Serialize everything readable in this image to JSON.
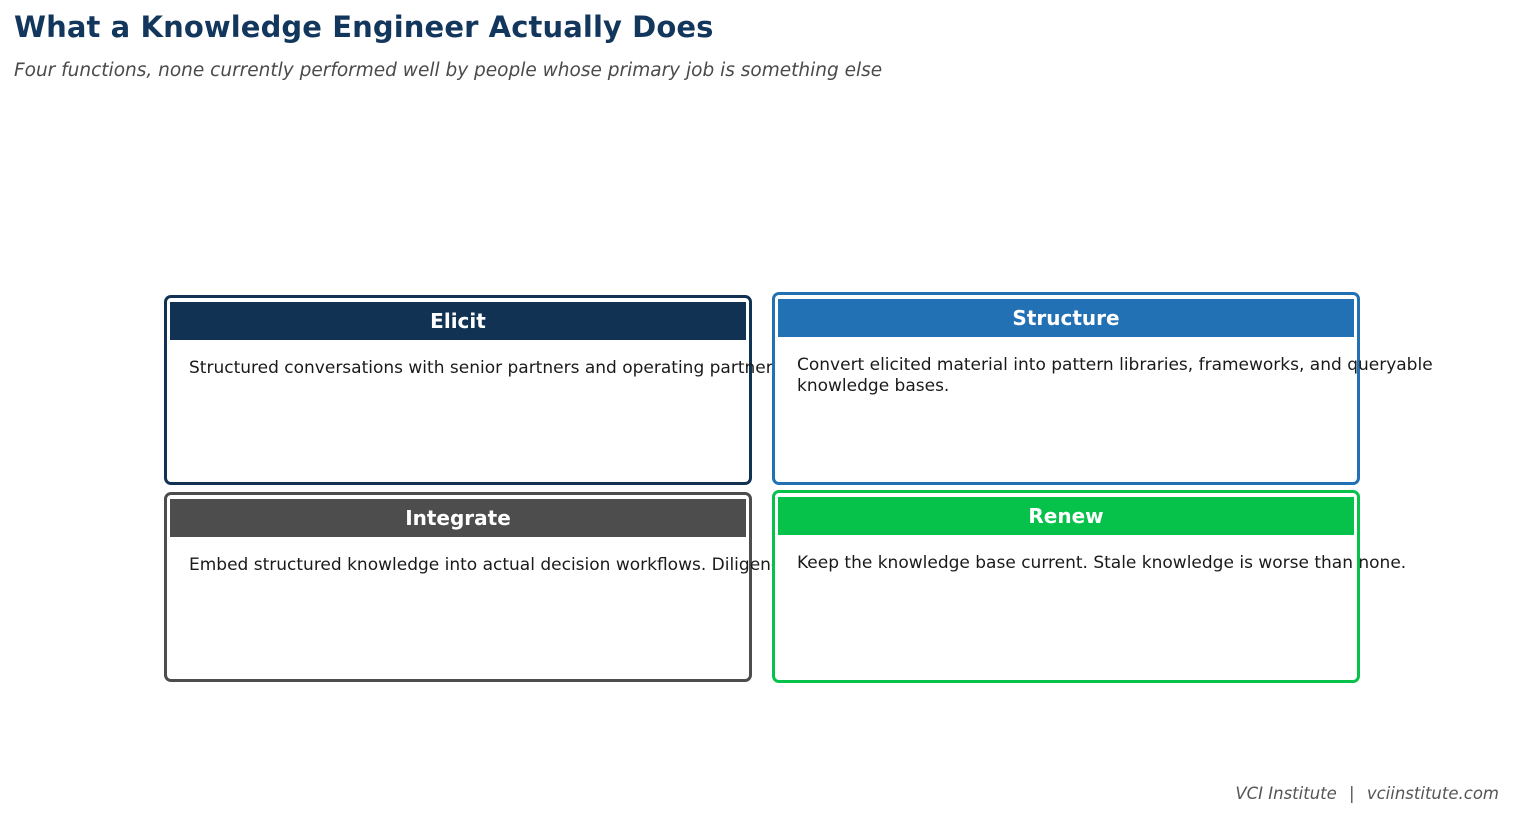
{
  "header": {
    "title": "What a Knowledge Engineer Actually Does",
    "subtitle": "Four functions, none currently performed well by people whose primary job is something else"
  },
  "cards": [
    {
      "id": "elicit",
      "title": "Elicit",
      "body": "Structured conversations with senior partners and operating partners. Surface what matters.",
      "color": "#123253"
    },
    {
      "id": "structure",
      "title": "Structure",
      "body": "Convert elicited material into pattern libraries, frameworks, and queryable knowledge bases.",
      "color": "#2271b5"
    },
    {
      "id": "integrate",
      "title": "Integrate",
      "body": "Embed structured knowledge into actual decision workflows. Diligence, checkpoints, case reviews.",
      "color": "#4d4d4d"
    },
    {
      "id": "renew",
      "title": "Renew",
      "body": "Keep the knowledge base current. Stale knowledge is worse than none.",
      "color": "#06c24b"
    }
  ],
  "footer": {
    "organization": "VCI Institute",
    "separator": "|",
    "website": "vciinstitute.com"
  }
}
